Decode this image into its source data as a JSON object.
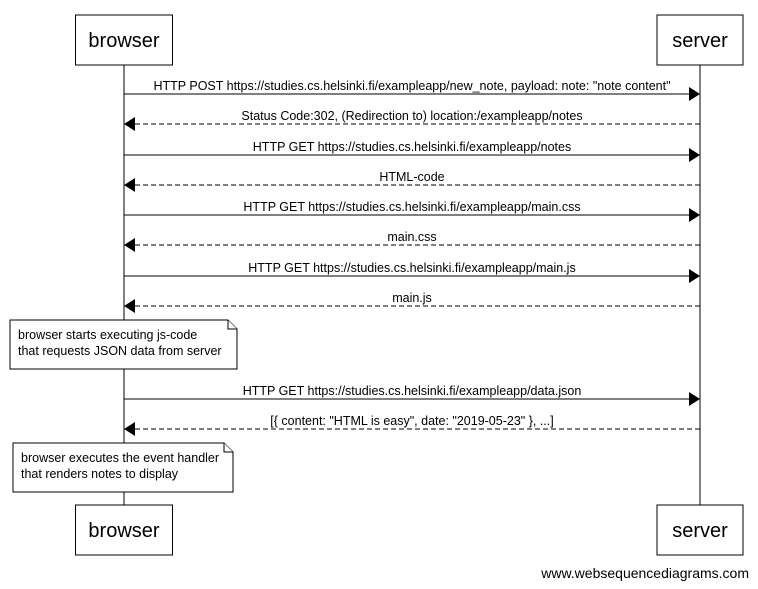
{
  "actors": [
    {
      "id": "browser",
      "label": "browser"
    },
    {
      "id": "server",
      "label": "server"
    }
  ],
  "messages": [
    {
      "from": "browser",
      "to": "server",
      "style": "solid",
      "label": "HTTP POST https://studies.cs.helsinki.fi/exampleapp/new_note, payload: note: \"note content\""
    },
    {
      "from": "server",
      "to": "browser",
      "style": "dashed",
      "label": "Status Code:302, (Redirection to) location:/exampleapp/notes"
    },
    {
      "from": "browser",
      "to": "server",
      "style": "solid",
      "label": "HTTP GET https://studies.cs.helsinki.fi/exampleapp/notes"
    },
    {
      "from": "server",
      "to": "browser",
      "style": "dashed",
      "label": "HTML-code"
    },
    {
      "from": "browser",
      "to": "server",
      "style": "solid",
      "label": "HTTP GET https://studies.cs.helsinki.fi/exampleapp/main.css"
    },
    {
      "from": "server",
      "to": "browser",
      "style": "dashed",
      "label": "main.css"
    },
    {
      "from": "browser",
      "to": "server",
      "style": "solid",
      "label": "HTTP GET https://studies.cs.helsinki.fi/exampleapp/main.js"
    },
    {
      "from": "server",
      "to": "browser",
      "style": "dashed",
      "label": "main.js"
    },
    {
      "from": "browser",
      "to": "server",
      "style": "solid",
      "label": "HTTP GET https://studies.cs.helsinki.fi/exampleapp/data.json"
    },
    {
      "from": "server",
      "to": "browser",
      "style": "dashed",
      "label": "[{ content: \"HTML is easy\", date: \"2019-05-23\" }, ...]"
    }
  ],
  "notes": [
    {
      "over": "browser",
      "lines": [
        "browser starts executing js-code",
        "that requests JSON data from server"
      ]
    },
    {
      "over": "browser",
      "lines": [
        "browser executes the event handler",
        "that renders notes to display"
      ]
    }
  ],
  "watermark": "www.websequencediagrams.com"
}
